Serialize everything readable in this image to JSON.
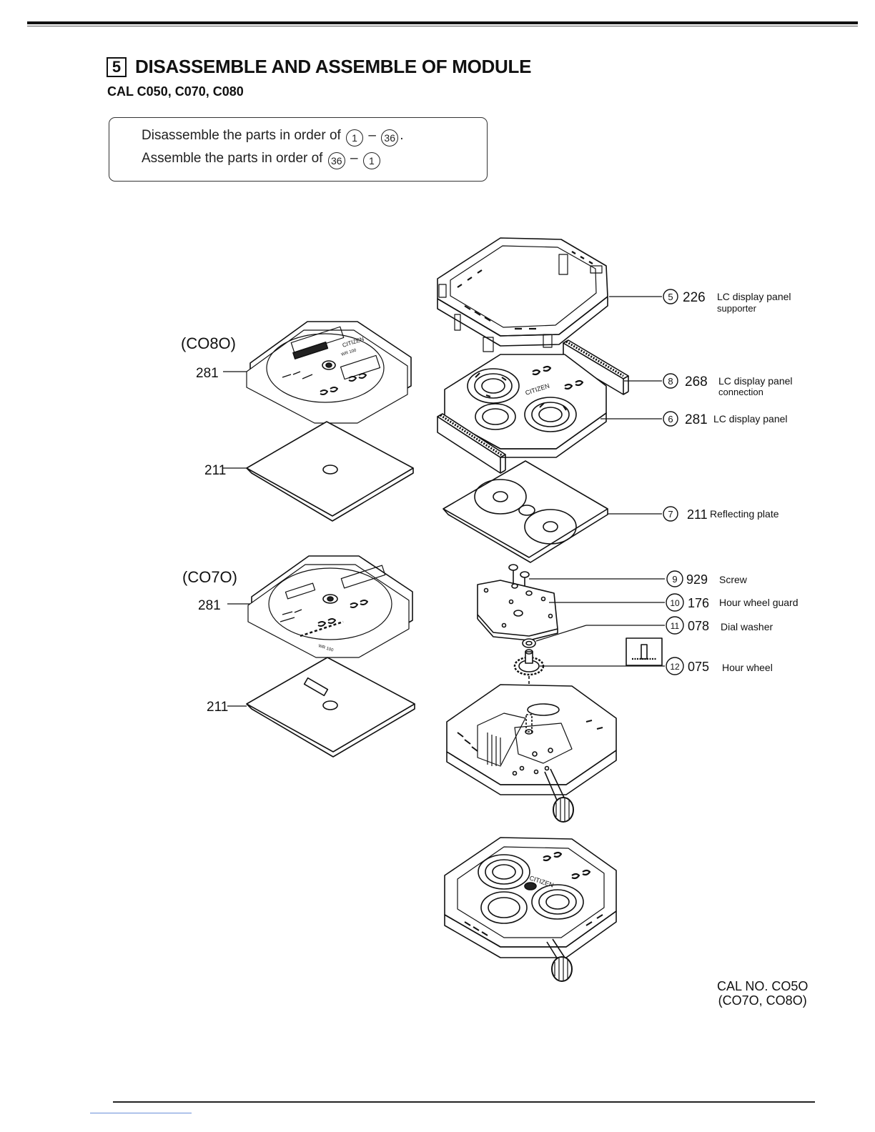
{
  "header": {
    "section_number": "5",
    "section_title": "DISASSEMBLE AND ASSEMBLE OF MODULE",
    "calibers": "CAL C050, C070, C080"
  },
  "instructions": {
    "disassemble_prefix": "Disassemble the parts in order of",
    "assemble_prefix": "Assemble the parts in order of",
    "first_step": "1",
    "last_step": "36",
    "dash": "–"
  },
  "variants": {
    "c080_label": "(CO8O)",
    "c070_label": "(CO7O)",
    "c080_panel": "281",
    "c080_plate": "211",
    "c070_panel": "281",
    "c070_plate": "211"
  },
  "parts": [
    {
      "step": "5",
      "code": "226",
      "name": "LC display panel",
      "name2": "supporter"
    },
    {
      "step": "8",
      "code": "268",
      "name": "LC display panel",
      "name2": "connection"
    },
    {
      "step": "6",
      "code": "281",
      "name": "LC display panel",
      "name2": ""
    },
    {
      "step": "7",
      "code": "211",
      "name": "Reflecting plate",
      "name2": ""
    },
    {
      "step": "9",
      "code": "929",
      "name": "Screw",
      "name2": ""
    },
    {
      "step": "10",
      "code": "176",
      "name": "Hour wheel guard",
      "name2": ""
    },
    {
      "step": "11",
      "code": "078",
      "name": "Dial washer",
      "name2": ""
    },
    {
      "step": "12",
      "code": "075",
      "name": "Hour wheel",
      "name2": ""
    }
  ],
  "dial_print": {
    "brand": "CITIZEN",
    "wr": "WR 100"
  },
  "footer": {
    "cal_no": "CAL NO. CO5O",
    "variants": "(CO7O, CO8O)"
  }
}
